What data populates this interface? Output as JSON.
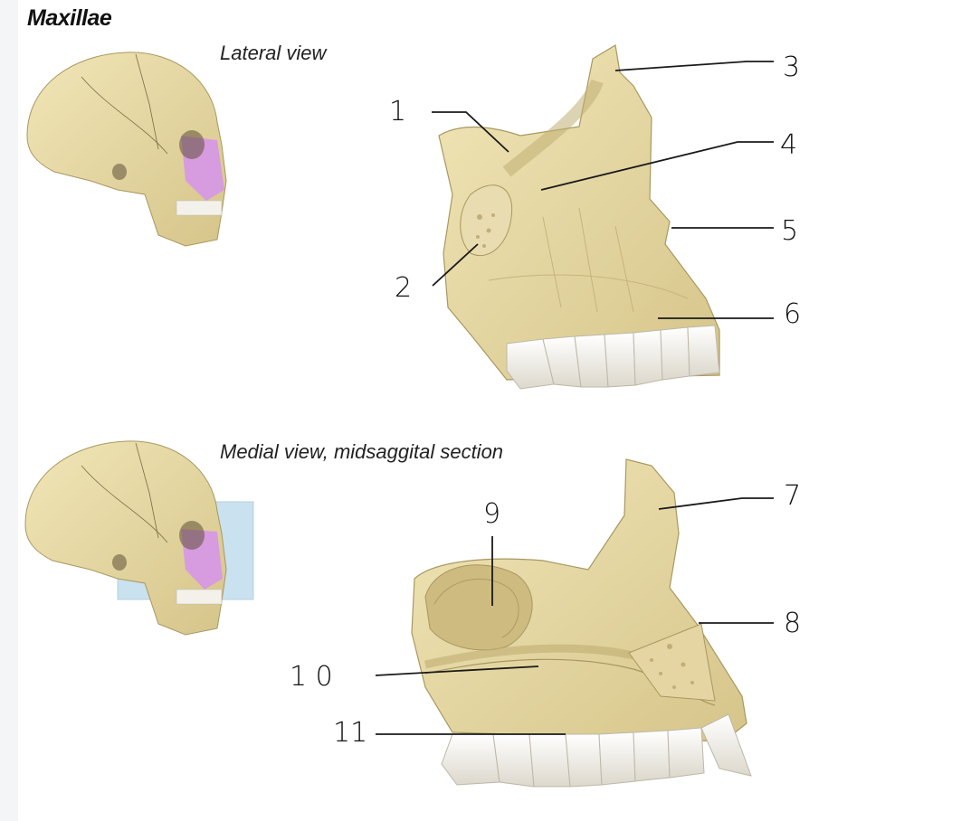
{
  "title": "Maxillae",
  "views": {
    "lateral": "Lateral view",
    "medial": "Medial view, midsaggital section"
  },
  "callouts": {
    "n1": "1",
    "n2": "2",
    "n3": "3",
    "n4": "4",
    "n5": "5",
    "n6": "6",
    "n7": "7",
    "n8": "8",
    "n9": "9",
    "n10": "1 0",
    "n11": "11"
  },
  "colors": {
    "bone": "#e9dba6",
    "bone_shadow": "#c9b77a",
    "highlight": "#d79be0",
    "tooth": "#f3f1ea",
    "section_plane": "#b9d8ea"
  }
}
